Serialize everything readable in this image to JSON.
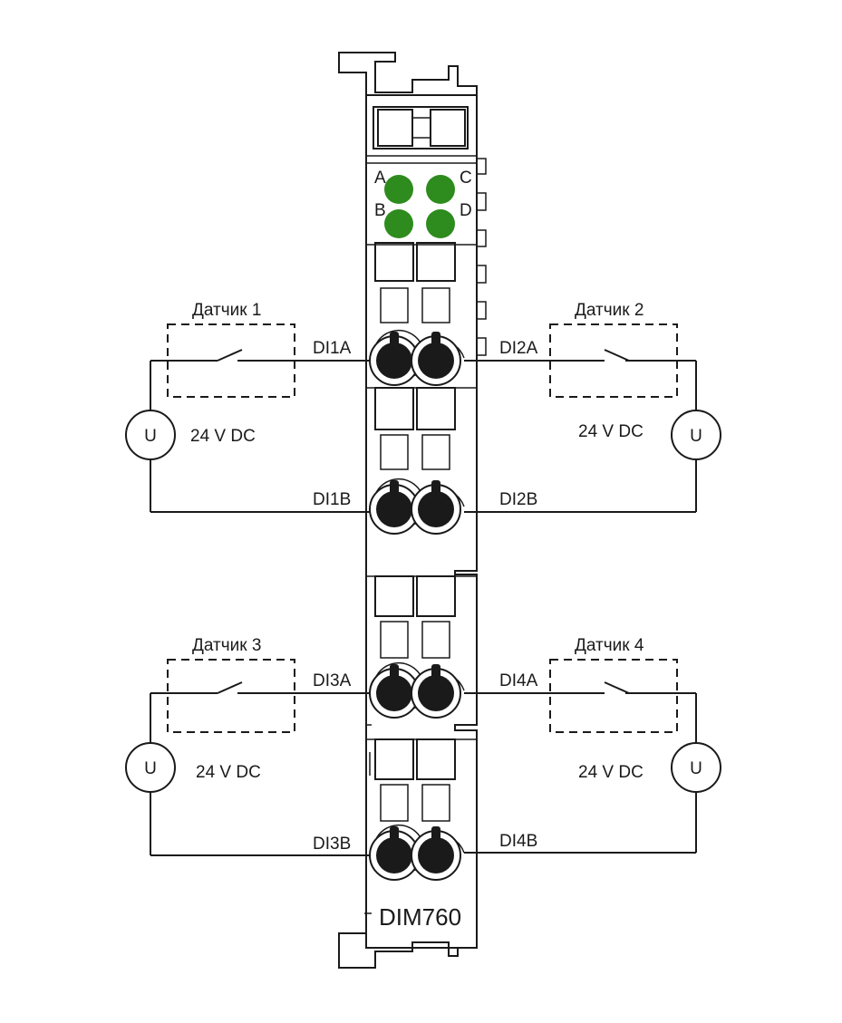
{
  "module": {
    "model": "DIM760",
    "leds": [
      {
        "label": "A",
        "color": "#2e8b1e"
      },
      {
        "label": "B",
        "color": "#2e8b1e"
      },
      {
        "label": "C",
        "color": "#2e8b1e"
      },
      {
        "label": "D",
        "color": "#2e8b1e"
      }
    ]
  },
  "circuits": [
    {
      "sensor": "Датчик 1",
      "voltage": "24 V DC",
      "source": "U",
      "terminal_a": "DI1A",
      "terminal_b": "DI1B"
    },
    {
      "sensor": "Датчик 2",
      "voltage": "24 V DC",
      "source": "U",
      "terminal_a": "DI2A",
      "terminal_b": "DI2B"
    },
    {
      "sensor": "Датчик 3",
      "voltage": "24 V DC",
      "source": "U",
      "terminal_a": "DI3A",
      "terminal_b": "DI3B"
    },
    {
      "sensor": "Датчик 4",
      "voltage": "24 V DC",
      "source": "U",
      "terminal_a": "DI4A",
      "terminal_b": "DI4B"
    }
  ]
}
